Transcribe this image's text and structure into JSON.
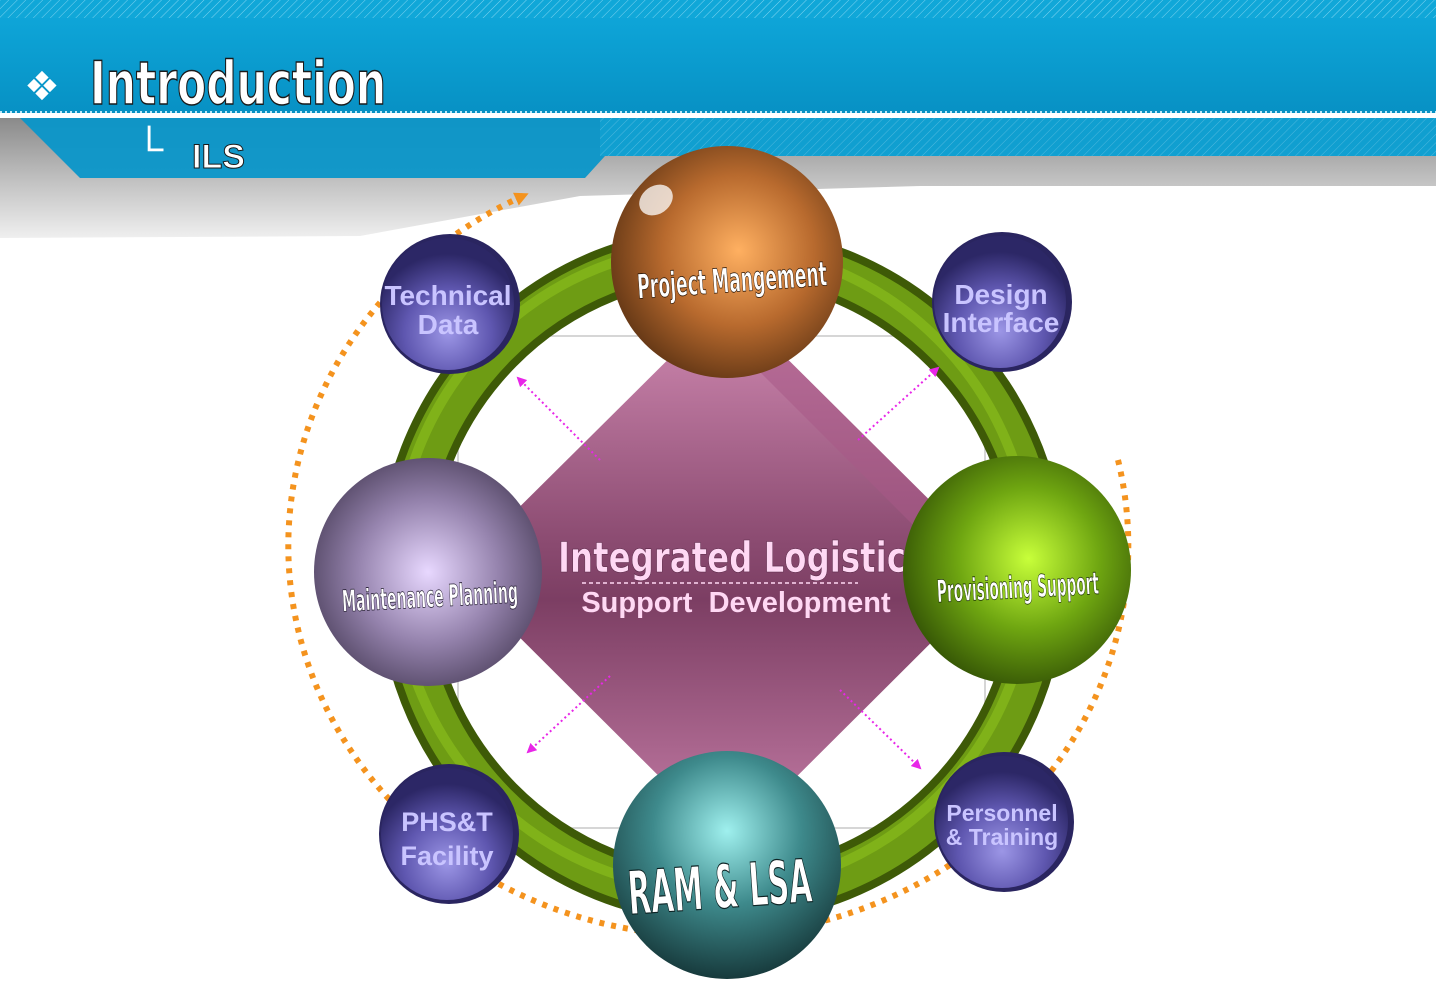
{
  "header": {
    "bullet_glyph": "❖",
    "title": "Introduction",
    "branch_glyph": "└",
    "subtitle": "ILS"
  },
  "diagram": {
    "center": {
      "line1": "Integrated Logistic",
      "line2": "Support  Development"
    },
    "major_nodes": {
      "top": "Project Mangement",
      "left": "Maintenance Planning",
      "right": "Provisioning Support",
      "bottom": "RAM & LSA"
    },
    "minor_nodes": {
      "top_left": {
        "line1": "Technical",
        "line2": "Data"
      },
      "top_right": {
        "line1": "Design",
        "line2": "Interface"
      },
      "bottom_left": {
        "line1": "PHS&T",
        "line2": "Facility"
      },
      "bottom_right": {
        "line1": "Personnel",
        "line2": "& Training"
      }
    }
  },
  "colors": {
    "header_blue": "#0a9ccf",
    "ring_green": "#5f8a12",
    "diamond_pink": "#b3668f",
    "dotted_orange": "#f4931e",
    "arrow_magenta": "#e826e8",
    "minor_node_purple": "#5a52a6",
    "center_text": "#ffd8f4"
  }
}
